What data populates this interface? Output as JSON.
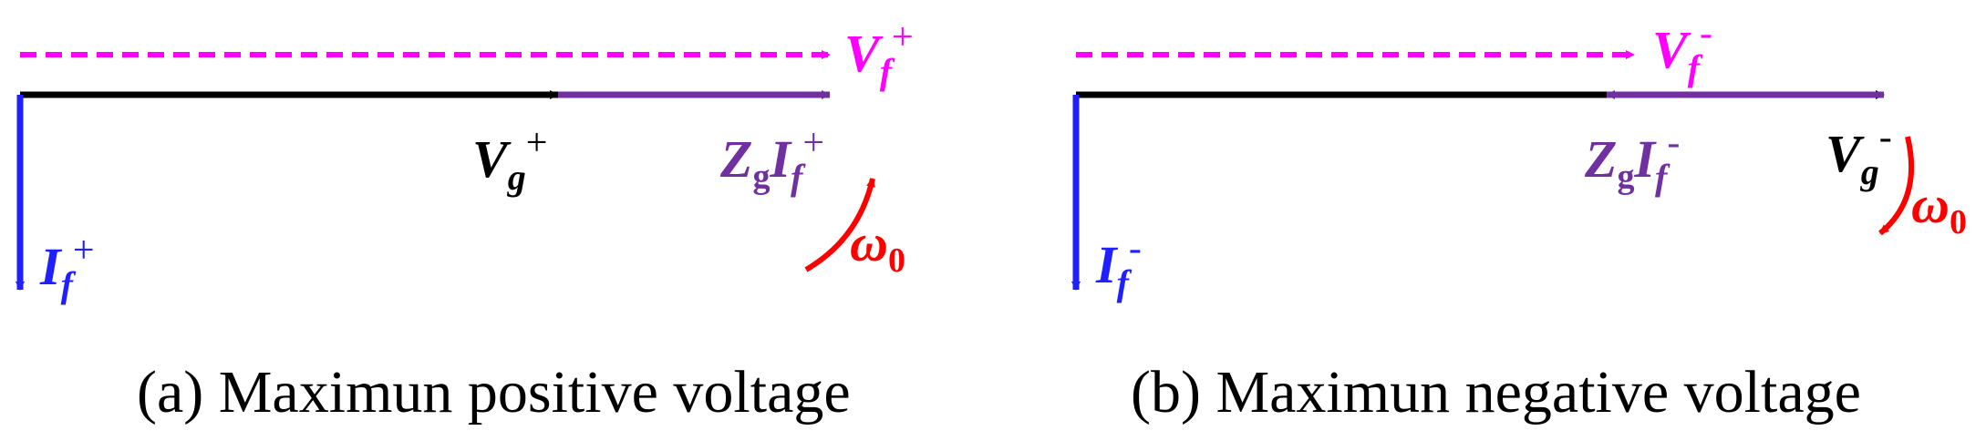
{
  "colors": {
    "vf": "#ff00ff",
    "vg": "#000000",
    "zi": "#7030a0",
    "if": "#1f1fff",
    "omega": "#ff0000"
  },
  "panel_a": {
    "caption": "(a) Maximun positive voltage",
    "vf": {
      "base": "V",
      "sub": "f",
      "sup": "+"
    },
    "vg": {
      "base": "V",
      "sub": "g",
      "sup": "+"
    },
    "zi": {
      "z": "Z",
      "zsub": "g",
      "i": "I",
      "isub": "f",
      "sup": "+"
    },
    "if": {
      "base": "I",
      "sub": "f",
      "sup": "+"
    },
    "omega": {
      "base": "ω",
      "sub": "0"
    }
  },
  "panel_b": {
    "caption": "(b) Maximun negative voltage",
    "vf": {
      "base": "V",
      "sub": "f",
      "sup": "-"
    },
    "vg": {
      "base": "V",
      "sub": "g",
      "sup": "-"
    },
    "zi": {
      "z": "Z",
      "zsub": "g",
      "i": "I",
      "isub": "f",
      "sup": "-"
    },
    "if": {
      "base": "I",
      "sub": "f",
      "sup": "-"
    },
    "omega": {
      "base": "ω",
      "sub": "0"
    }
  }
}
